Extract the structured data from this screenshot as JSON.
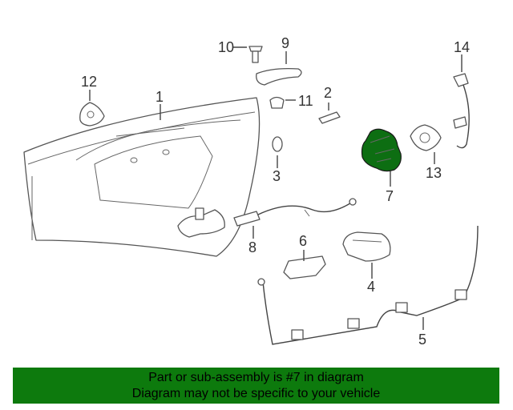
{
  "diagram": {
    "callouts": {
      "c1": "1",
      "c2": "2",
      "c3": "3",
      "c4": "4",
      "c5": "5",
      "c6": "6",
      "c7": "7",
      "c8": "8",
      "c9": "9",
      "c10": "10",
      "c11": "11",
      "c12": "12",
      "c13": "13",
      "c14": "14"
    },
    "highlight_part": "7",
    "highlight_color": "#0d6e12"
  },
  "banner": {
    "line1": "Part or sub-assembly is #7 in diagram",
    "line2": "Diagram may not be specific to your vehicle",
    "background": "#0d7a0d"
  }
}
